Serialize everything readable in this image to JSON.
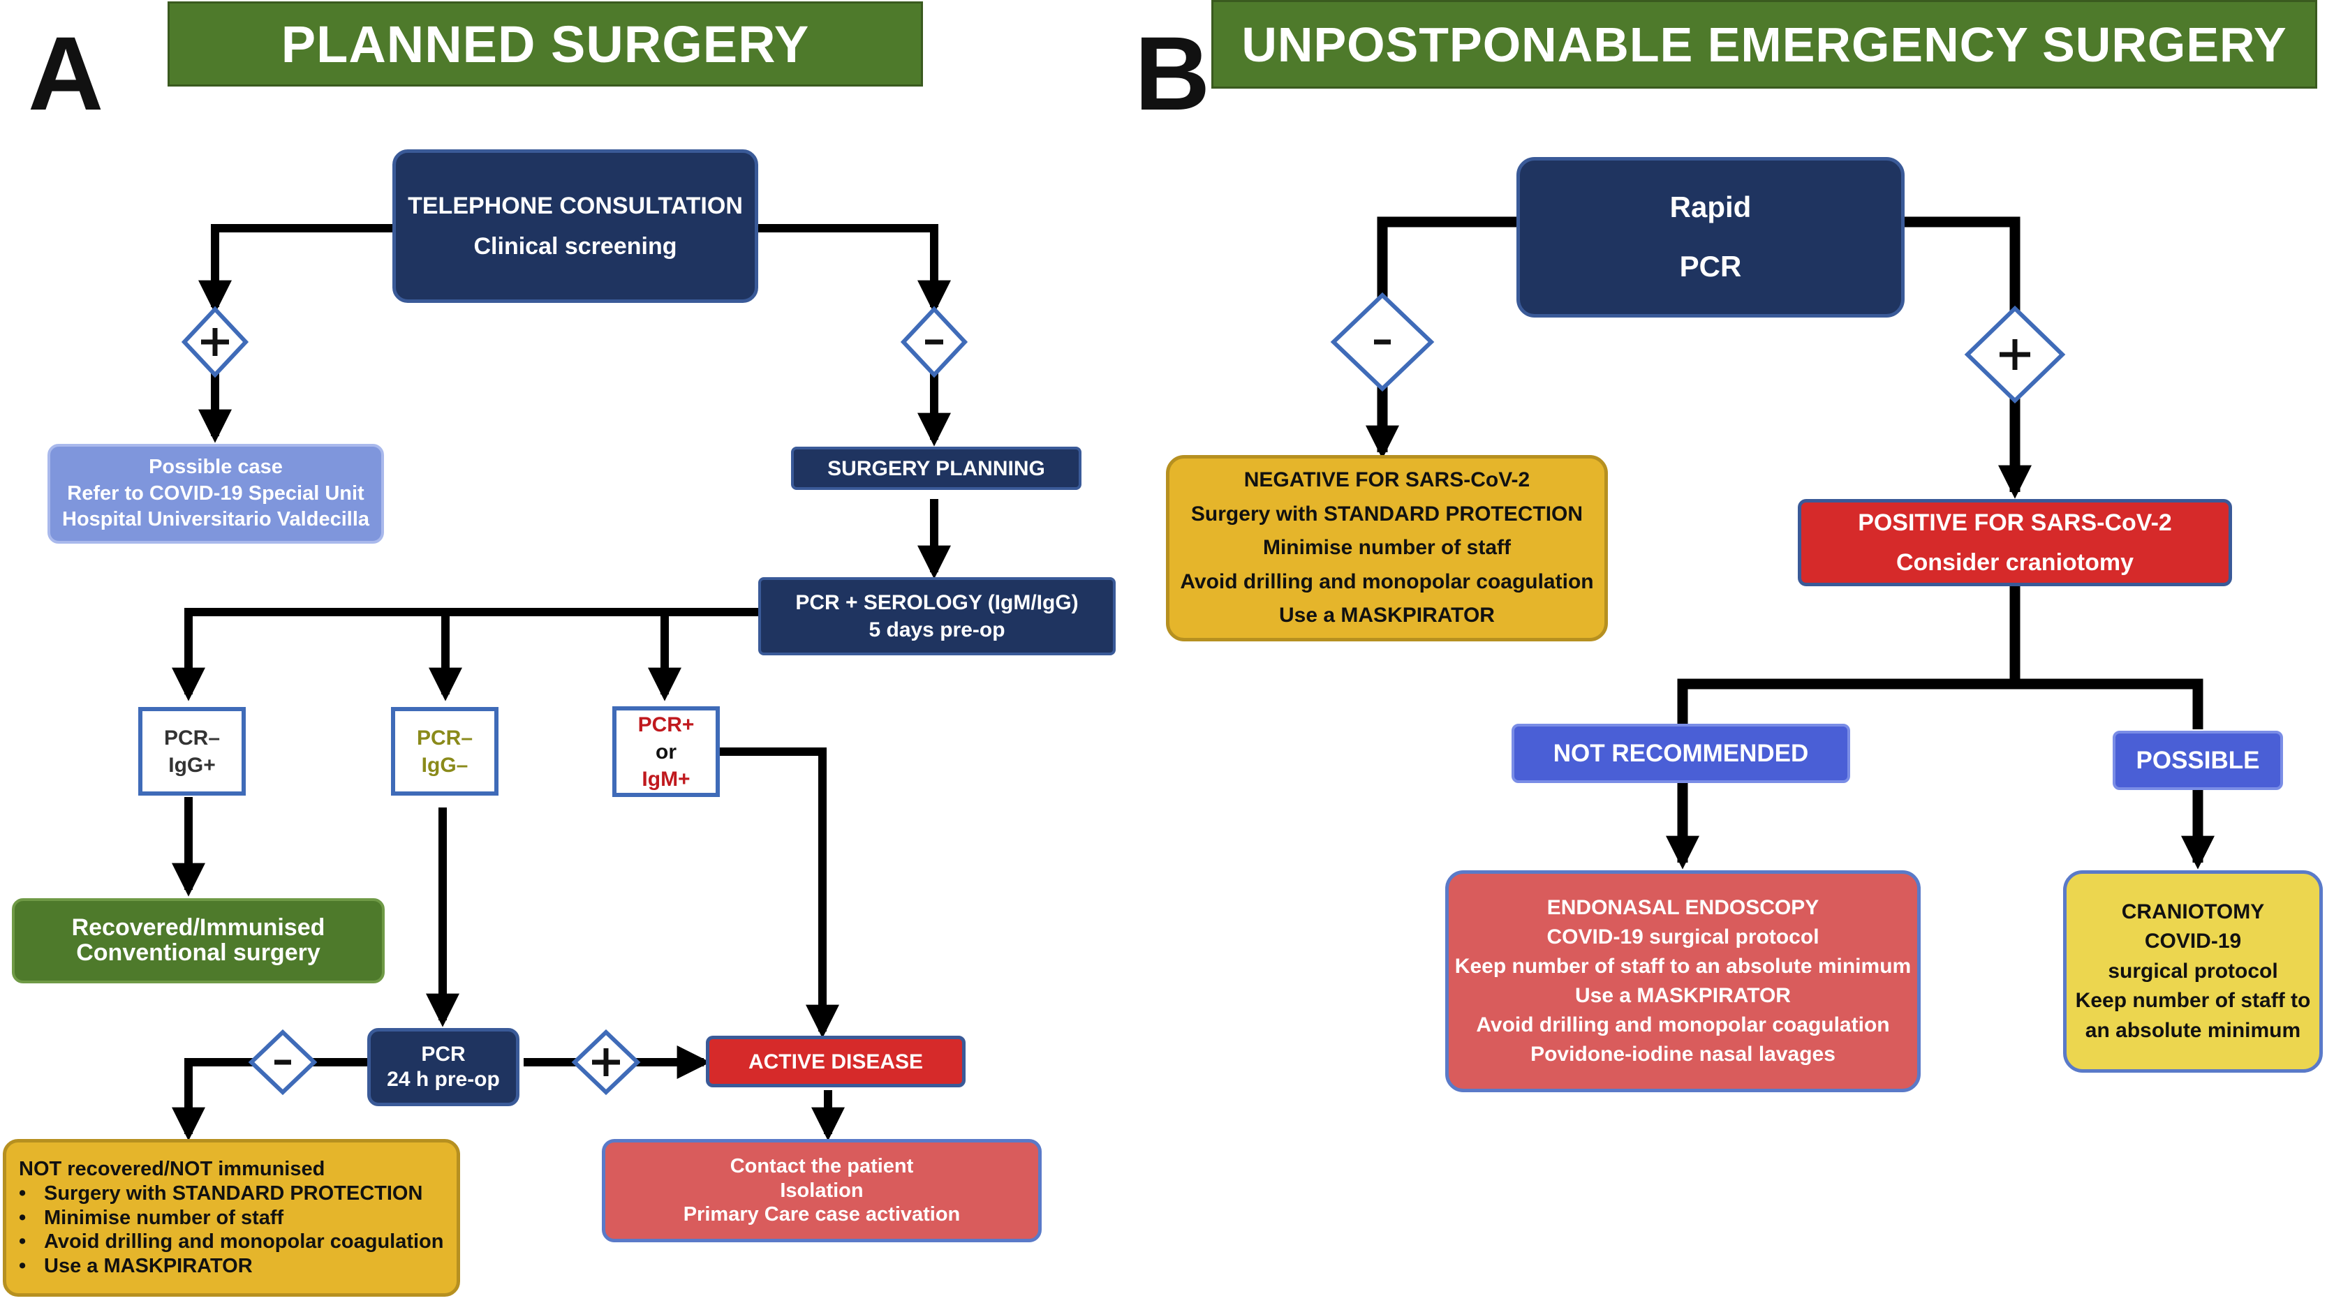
{
  "panel_a": {
    "letter": "A",
    "banner": "PLANNED SURGERY",
    "telephone": {
      "line1": "TELEPHONE CONSULTATION",
      "line2": "Clinical screening"
    },
    "sign_plus": "+",
    "sign_minus": "-",
    "possible_case": {
      "line1": "Possible case",
      "line2": "Refer to COVID-19 Special Unit",
      "line3": "Hospital Universitario Valdecilla"
    },
    "surgery_planning": "SURGERY PLANNING",
    "pcr_serology": {
      "line1": "PCR + SEROLOGY (IgM/IgG)",
      "line2": "5 days pre-op"
    },
    "res1": {
      "line1": "PCR–",
      "line2": "IgG+"
    },
    "res2": {
      "line1": "PCR–",
      "line2": "IgG–"
    },
    "res3": {
      "line1": "PCR+",
      "line2": "or",
      "line3": "IgM+"
    },
    "recovered": {
      "line1": "Recovered/Immunised",
      "line2": "Conventional surgery"
    },
    "pcr24": {
      "line1": "PCR",
      "line2": "24 h pre-op"
    },
    "active_disease": "ACTIVE DISEASE",
    "not_recovered": {
      "title": "NOT recovered/NOT immunised",
      "items": [
        "Surgery with STANDARD PROTECTION",
        "Minimise number of staff",
        "Avoid drilling and monopolar coagulation",
        "Use a MASKPIRATOR"
      ]
    },
    "contact": {
      "line1": "Contact the patient",
      "line2": "Isolation",
      "line3": "Primary Care case activation"
    }
  },
  "panel_b": {
    "letter": "B",
    "banner": "UNPOSTPONABLE EMERGENCY SURGERY",
    "rapid_pcr": {
      "line1": "Rapid",
      "line2": "PCR"
    },
    "negative": {
      "lines": [
        "NEGATIVE FOR SARS-CoV-2",
        "Surgery with STANDARD PROTECTION",
        "Minimise number of staff",
        "Avoid drilling and monopolar coagulation",
        "Use a MASKPIRATOR"
      ]
    },
    "positive": {
      "line1": "POSITIVE FOR SARS-CoV-2",
      "line2": "Consider craniotomy"
    },
    "not_recommended": "NOT RECOMMENDED",
    "possible": "POSSIBLE",
    "endonasal": {
      "lines": [
        "ENDONASAL ENDOSCOPY",
        "COVID-19 surgical protocol",
        "Keep number of staff to an absolute minimum",
        "Use a MASKPIRATOR",
        "Avoid drilling and monopolar coagulation",
        "Povidone-iodine nasal lavages"
      ]
    },
    "craniotomy": {
      "lines": [
        "CRANIOTOMY",
        "COVID-19",
        "surgical protocol",
        "Keep number of staff to",
        "an absolute minimum"
      ]
    }
  },
  "colors": {
    "navy": "#1f3460",
    "green": "#4e7a2b",
    "yellow": "#e5b52b",
    "red": "#d62a2a",
    "salmon": "#d95c5c",
    "blue": "#4a5fd6",
    "light_blue": "#7f96dc"
  }
}
